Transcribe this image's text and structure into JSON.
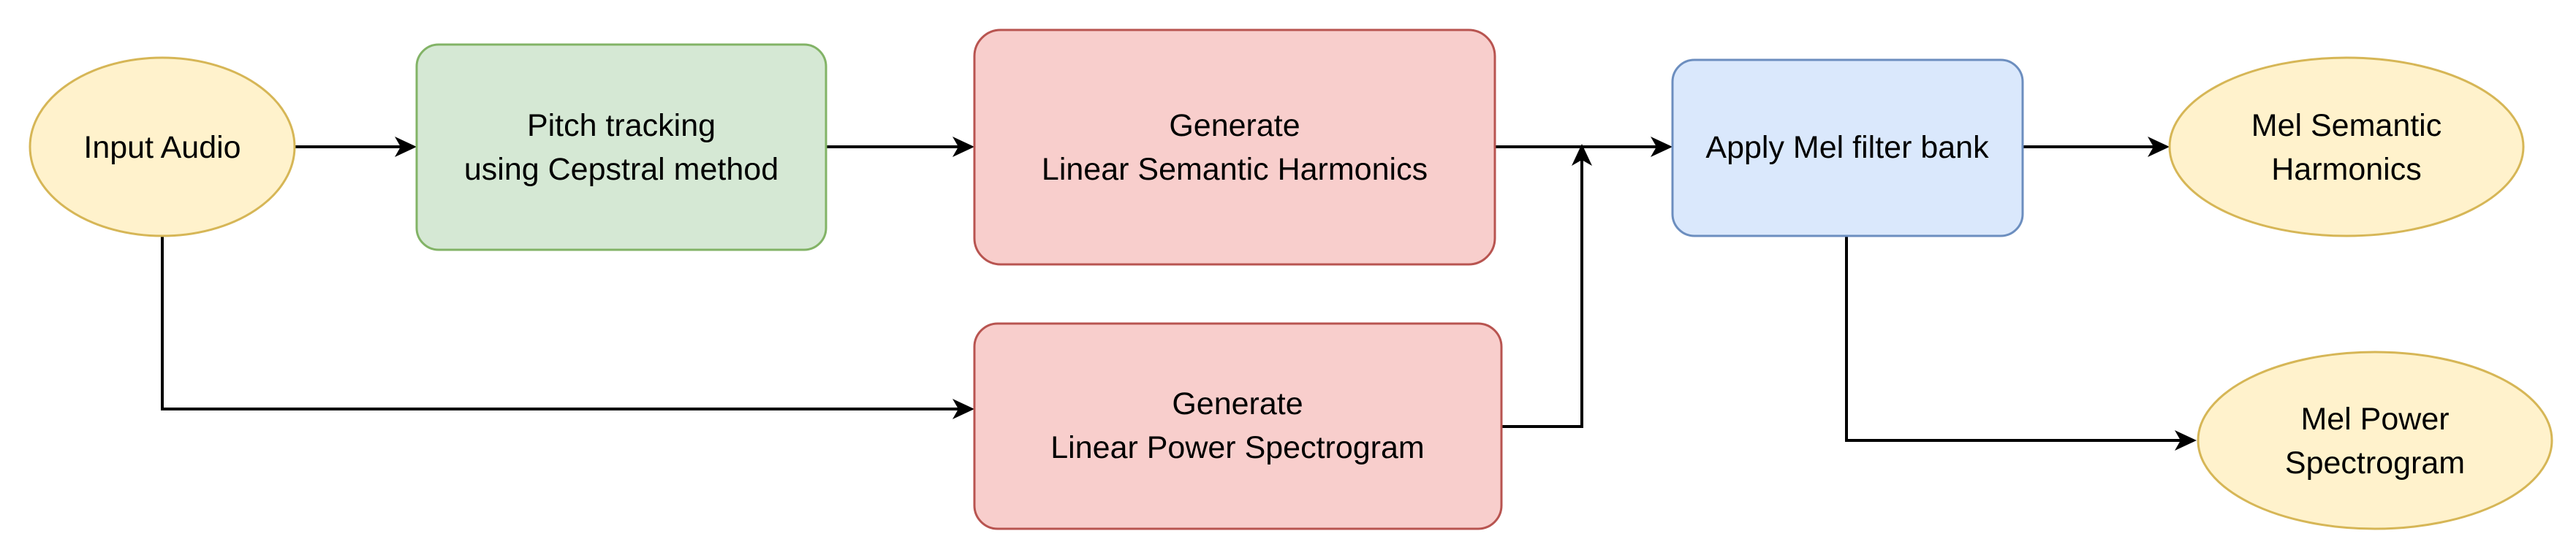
{
  "diagram": {
    "colors": {
      "io_fill": "#fff2cc",
      "io_stroke": "#d6b656",
      "pitch_fill": "#d5e8d4",
      "pitch_stroke": "#82b366",
      "generate_fill": "#f8cecc",
      "generate_stroke": "#b85450",
      "mel_fill": "#dae8fc",
      "mel_stroke": "#6c8ebf",
      "arrow": "#000000"
    },
    "nodes": {
      "input_audio": {
        "line1": "Input Audio"
      },
      "pitch_tracking": {
        "line1": "Pitch tracking",
        "line2": "using Cepstral method"
      },
      "gen_harmonics": {
        "line1": "Generate",
        "line2": "Linear Semantic Harmonics"
      },
      "gen_spectrogram": {
        "line1": "Generate",
        "line2": "Linear Power Spectrogram"
      },
      "mel_filter": {
        "line1": "Apply Mel filter bank"
      },
      "mel_harmonics": {
        "line1": "Mel Semantic",
        "line2": "Harmonics"
      },
      "mel_spectrogram": {
        "line1": "Mel Power",
        "line2": "Spectrogram"
      }
    },
    "edges": [
      {
        "from": "input_audio",
        "to": "pitch_tracking"
      },
      {
        "from": "pitch_tracking",
        "to": "gen_harmonics"
      },
      {
        "from": "input_audio",
        "to": "gen_spectrogram"
      },
      {
        "from": "gen_harmonics",
        "to": "mel_filter"
      },
      {
        "from": "gen_spectrogram",
        "to": "mel_filter"
      },
      {
        "from": "mel_filter",
        "to": "mel_harmonics"
      },
      {
        "from": "mel_filter",
        "to": "mel_spectrogram"
      }
    ]
  }
}
